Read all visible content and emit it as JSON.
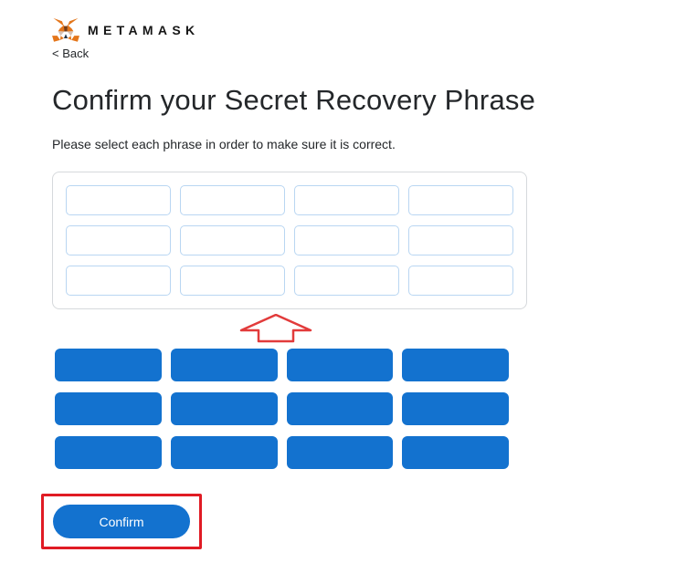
{
  "header": {
    "brand": "METAMASK",
    "back_label": "< Back"
  },
  "page": {
    "title": "Confirm your Secret Recovery Phrase",
    "subtitle": "Please select each phrase in order to make sure it is correct."
  },
  "slots": [
    "",
    "",
    "",
    "",
    "",
    "",
    "",
    "",
    "",
    "",
    "",
    ""
  ],
  "word_chips": [
    "",
    "",
    "",
    "",
    "",
    "",
    "",
    "",
    "",
    "",
    "",
    ""
  ],
  "confirm": {
    "label": "Confirm"
  },
  "icons": {
    "fox": "metamask-fox-icon",
    "up_arrow": "up-arrow-annotation"
  },
  "colors": {
    "primary_blue": "#1372cf",
    "slot_border": "#b9d6f2",
    "panel_border": "#d6d9dc",
    "annotation_red": "#e01b24"
  }
}
